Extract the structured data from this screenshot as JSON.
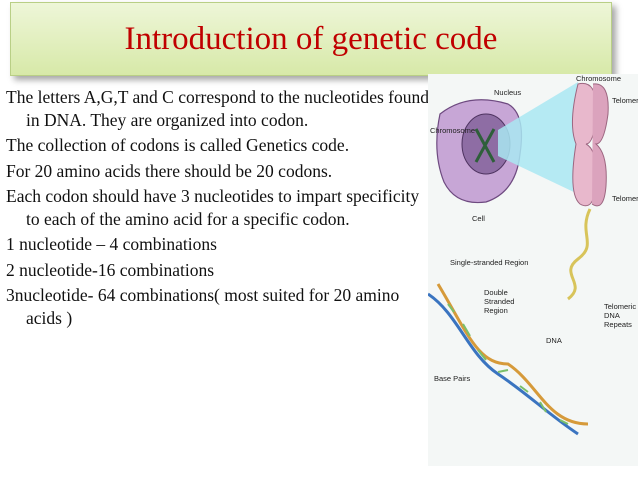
{
  "slide": {
    "title": "Introduction of genetic code",
    "paragraphs": [
      "The letters A,G,T and C correspond to the nucleotides found in DNA. They are organized into codon.",
      "The collection of codons is called Genetics code.",
      "For 20 amino acids there should be 20 codons.",
      "Each codon should have 3 nucleotides to impart specificity to each of the amino acid for a specific codon.",
      "1 nucleotide – 4 combinations",
      "2 nucleotide-16 combinations",
      "3nucleotide- 64 combinations( most suited for 20 amino acids )"
    ]
  },
  "figure": {
    "labels": {
      "nucleus": "Nucleus",
      "chromosome_top": "Chromosome",
      "telomere_top": "Telomere",
      "chromosome_left": "Chromosome",
      "telomere_mid": "Telomere",
      "cell": "Cell",
      "single_stranded": "Single-stranded Region",
      "double_stranded": "Double Stranded Region",
      "telomeric_repeats": "Telomeric DNA Repeats",
      "dna": "DNA",
      "base_pairs": "Base Pairs"
    }
  }
}
